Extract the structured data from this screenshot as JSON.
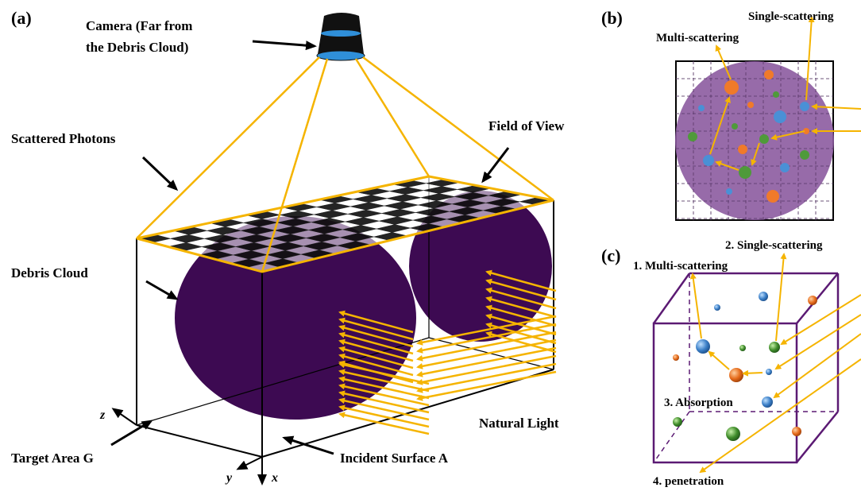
{
  "panel_a": {
    "panel_label": "(a)",
    "camera_label_line1": "Camera (Far from",
    "camera_label_line2": "the Debris Cloud)",
    "scattered_photons": "Scattered Photons",
    "field_of_view": "Field of View",
    "debris_cloud": "Debris Cloud",
    "natural_light": "Natural Light",
    "incident_surface": "Incident  Surface A",
    "target_area": "Target Area G",
    "axis_z": "z",
    "axis_y": "y",
    "axis_x": "x"
  },
  "panel_b": {
    "panel_label": "(b)",
    "multi_scattering": "Multi-scattering",
    "single_scattering": "Single-scattering"
  },
  "panel_c": {
    "panel_label": "(c)",
    "multi_scattering": "1. Multi-scattering",
    "single_scattering": "2. Single-scattering",
    "absorption": "3. Absorption",
    "penetration": "4. penetration"
  },
  "colors": {
    "cloud": "#3d0a52",
    "ray": "#f5b400",
    "cloud_b": "#8c5ba0",
    "cube": "#5b1a73",
    "particle_orange": "#f07a2a",
    "particle_green": "#4f9a3a",
    "particle_blue": "#4a90d6"
  }
}
